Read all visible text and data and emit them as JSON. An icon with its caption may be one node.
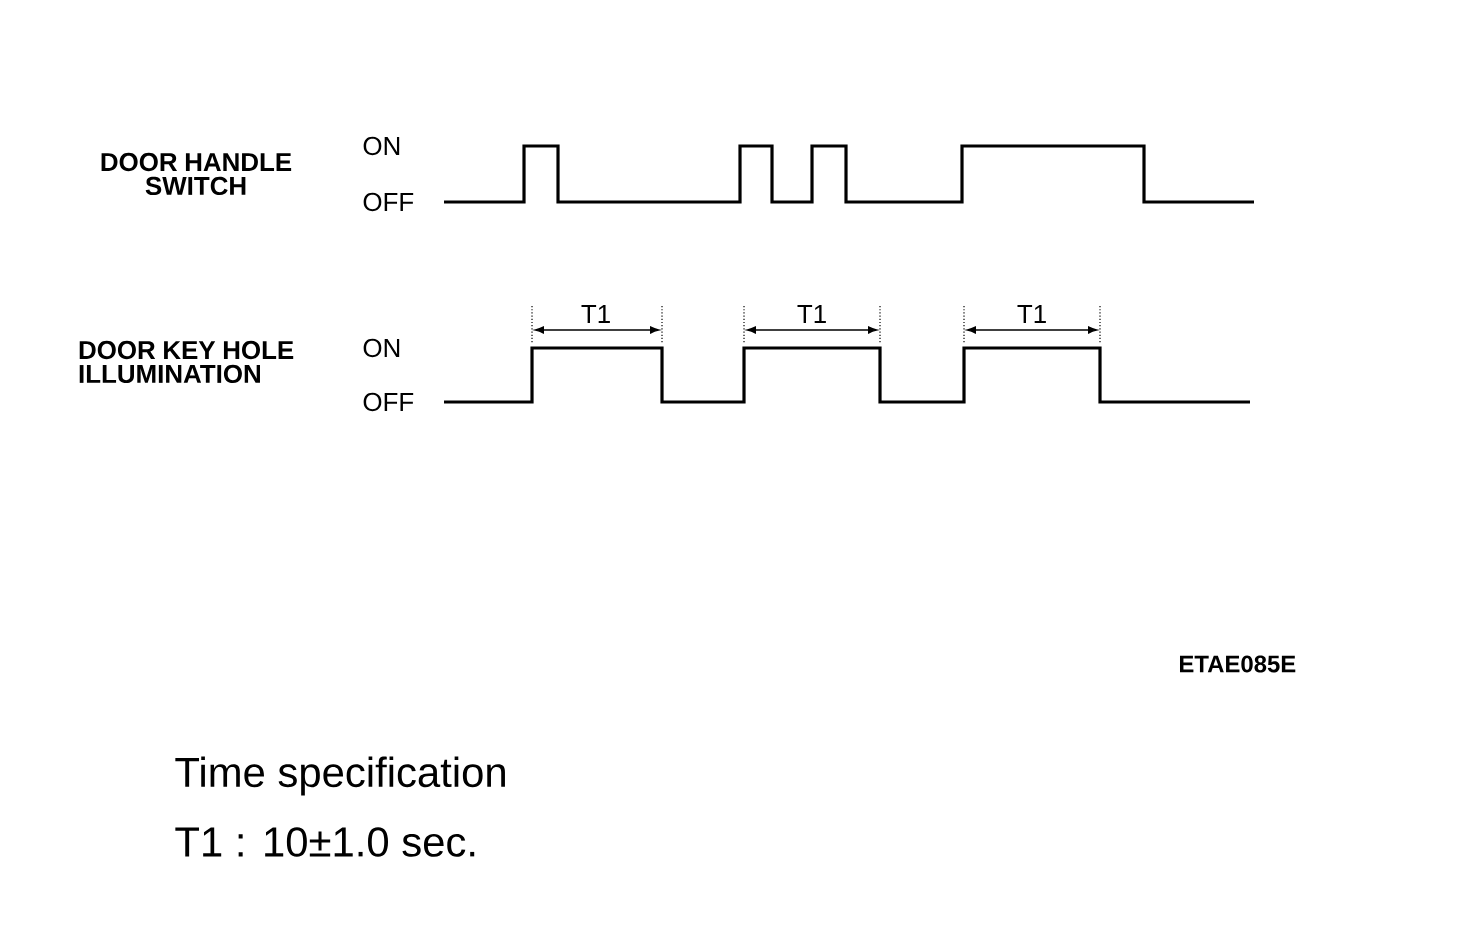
{
  "diagram": {
    "labels": [
      "DOOR HANDLE SWITCH",
      "ON",
      "OFF",
      "T1",
      "T1",
      "T1",
      "DOOR KEY HOLE ILLUMINATION",
      "ON",
      "OFF",
      "ETAE085E",
      "Time specification",
      "T1 : 10±1.0 sec."
    ]
  }
}
